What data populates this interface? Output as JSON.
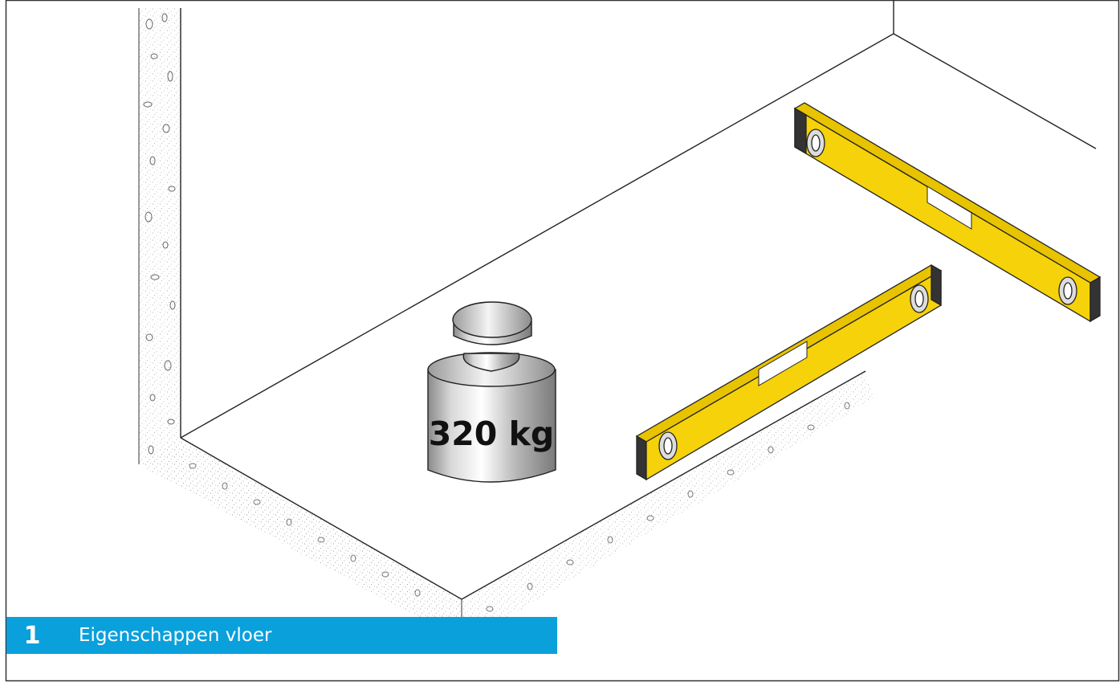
{
  "step": {
    "number": "1",
    "title": "Eigenschappen vloer"
  },
  "weight": {
    "label": "320 kg"
  },
  "colors": {
    "banner": "#0aa0dc",
    "level_yellow": "#f5d20a",
    "level_end_cap": "#333333",
    "outline": "#1a1a1a",
    "weight_metal": "#c8c8c8"
  },
  "icons": {
    "weight": "weight-icon",
    "spirit_level": "spirit-level-icon"
  }
}
